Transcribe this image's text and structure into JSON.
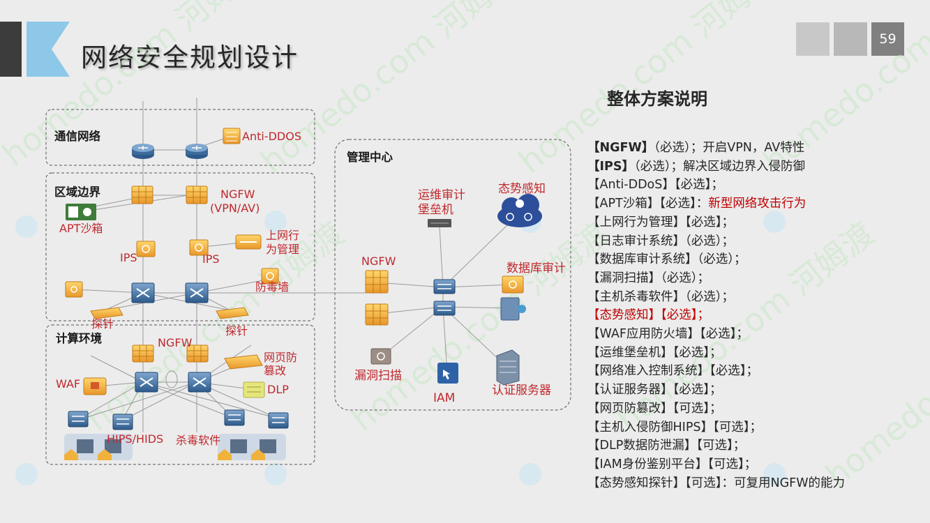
{
  "header": {
    "title": "网络安全规划设计",
    "page_number": "59"
  },
  "watermark": "homedo.com 河姆渡",
  "diagram": {
    "zones": {
      "comm": "通信网络",
      "boundary": "区域边界",
      "compute": "计算环境",
      "mgmt": "管理中心"
    },
    "labels": {
      "anti_ddos": "Anti-DDOS",
      "ngfw_top": "NGFW",
      "vpn_av": "(VPN/AV)",
      "apt": "APT沙箱",
      "behavior_1": "上网行",
      "behavior_2": "为管理",
      "ips_left": "IPS",
      "ips_right": "IPS",
      "antivirus_wall": "防毒墙",
      "probe_left": "探针",
      "probe_right": "探针",
      "ngfw_compute": "NGFW",
      "webguard_1": "网页防",
      "webguard_2": "篡改",
      "waf": "WAF",
      "dlp": "DLP",
      "hips": "HIPS/HIDS",
      "av_soft": "杀毒软件",
      "audit_1": "运维审计",
      "audit_2": "堡垒机",
      "situation": "态势感知",
      "ngfw_mgmt": "NGFW",
      "db_audit": "数据库审计",
      "vuln_scan": "漏洞扫描",
      "iam": "IAM",
      "auth_server": "认证服务器"
    }
  },
  "explanation": {
    "title": "整体方案说明",
    "items": [
      {
        "head": "【NGFW】",
        "rest": "（必选）；开启VPN，AV特性",
        "red": ""
      },
      {
        "head": "【IPS】",
        "rest": "（必选）；解决区域边界入侵防御",
        "red": ""
      },
      {
        "head": "",
        "rest": "【Anti-DDoS】【必选】；",
        "red": ""
      },
      {
        "head": "",
        "rest": "【APT沙箱】【必选】：",
        "red": "新型网络攻击行为"
      },
      {
        "head": "",
        "rest": "【上网行为管理】【必选】；",
        "red": ""
      },
      {
        "head": "",
        "rest": "【日志审计系统】（必选）；",
        "red": ""
      },
      {
        "head": "",
        "rest": "【数据库审计系统】（必选）；",
        "red": ""
      },
      {
        "head": "",
        "rest": "【漏洞扫描】（必选）；",
        "red": ""
      },
      {
        "head": "",
        "rest": "【主机杀毒软件】（必选）；",
        "red": ""
      },
      {
        "head": "",
        "rest": "",
        "red": "【态势感知】【必选】；"
      },
      {
        "head": "",
        "rest": "【WAF应用防火墙】【必选】；",
        "red": ""
      },
      {
        "head": "",
        "rest": "【运维堡垒机】【必选】；",
        "red": ""
      },
      {
        "head": "",
        "rest": "【网络准入控制系统】【必选】；",
        "red": ""
      },
      {
        "head": "",
        "rest": "【认证服务器】【必选】；",
        "red": ""
      },
      {
        "head": "",
        "rest": "【网页防篡改】【可选】；",
        "red": ""
      },
      {
        "head": "",
        "rest": "【主机入侵防御HIPS】【可选】；",
        "red": ""
      },
      {
        "head": "",
        "rest": "【DLP数据防泄漏】【可选】；",
        "red": ""
      },
      {
        "head": "",
        "rest": "【IAM身份鉴别平台】【可选】；",
        "red": ""
      },
      {
        "head": "",
        "rest": "【态势感知探针】【可选】：可复用NGFW的能力",
        "red": ""
      }
    ]
  }
}
